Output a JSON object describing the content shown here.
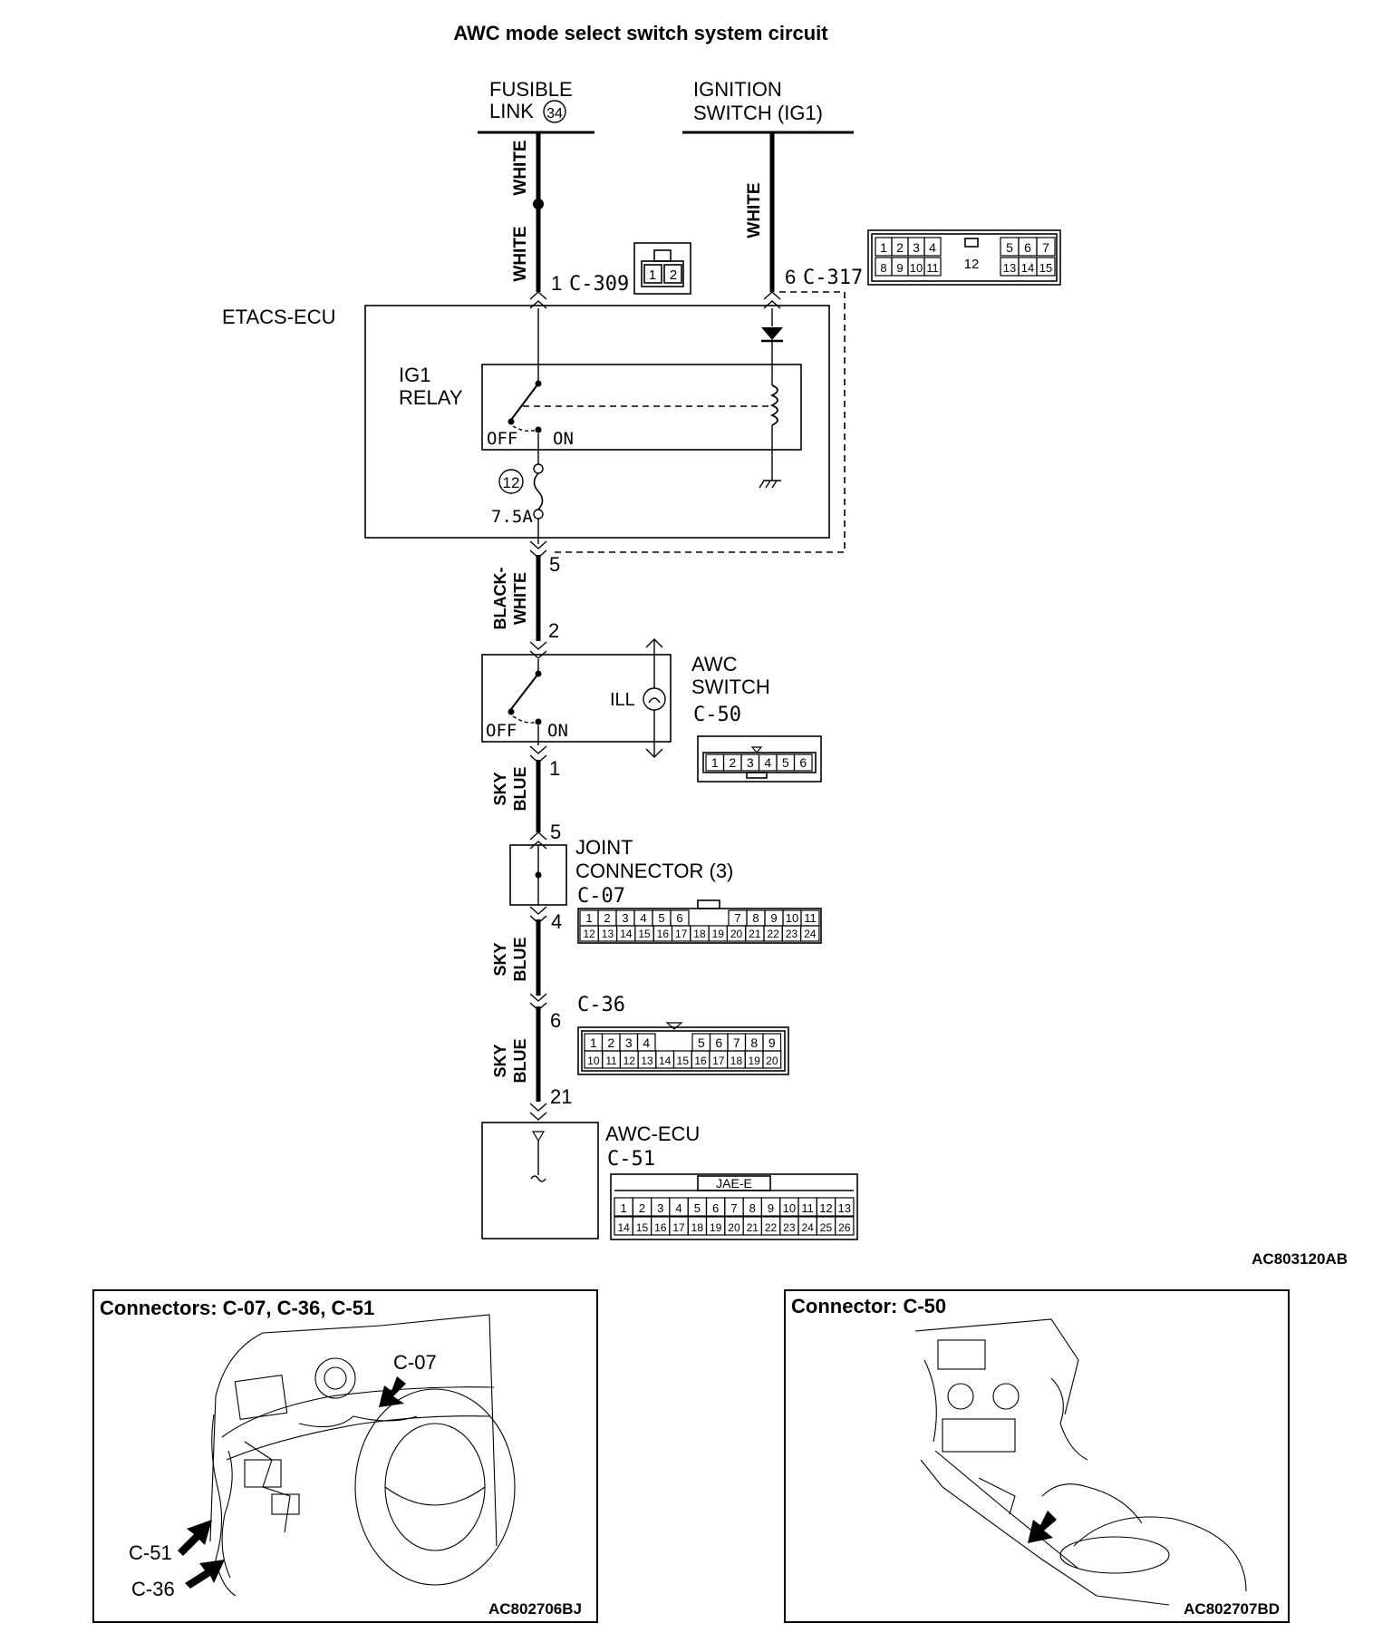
{
  "title": "AWC mode select switch system circuit",
  "sources": {
    "fusible_link_line1": "FUSIBLE",
    "fusible_link_line2": "LINK",
    "fusible_link_number": "34",
    "ignition_line1": "IGNITION",
    "ignition_line2": "SWITCH (IG1)"
  },
  "wire_colors": {
    "white": "WHITE",
    "black_white_1": "BLACK-",
    "black_white_2": "WHITE",
    "sky": "SKY",
    "blue": "BLUE"
  },
  "pins": {
    "p1_c309": "1",
    "c309": "C-309",
    "p6_c317": "6",
    "c317": "C-317",
    "p5": "5",
    "p2": "2",
    "p1": "1",
    "p5_joint": "5",
    "p4": "4",
    "p6": "6",
    "p21": "21"
  },
  "etacs": {
    "label": "ETACS-ECU",
    "relay_line1": "IG1",
    "relay_line2": "RELAY",
    "off": "OFF",
    "on": "ON",
    "fuse_number": "12",
    "fuse_rating": "7.5A"
  },
  "awc_switch": {
    "line1": "AWC",
    "line2": "SWITCH",
    "connector": "C-50",
    "ill": "ILL",
    "off": "OFF",
    "on": "ON"
  },
  "joint": {
    "line1": "JOINT",
    "line2": "CONNECTOR (3)",
    "connector": "C-07"
  },
  "c36": {
    "connector": "C-36"
  },
  "awc_ecu": {
    "label": "AWC-ECU",
    "connector": "C-51",
    "jae": "JAE-E"
  },
  "connector_faces": {
    "c309": [
      "1",
      "2"
    ],
    "c317_top_left": [
      "1",
      "2",
      "3",
      "4"
    ],
    "c317_bottom_left": [
      "8",
      "9",
      "10",
      "11"
    ],
    "c317_mid": "12",
    "c317_top_right": [
      "5",
      "6",
      "7"
    ],
    "c317_bottom_right": [
      "13",
      "14",
      "15"
    ],
    "c50": [
      "1",
      "2",
      "3",
      "4",
      "5",
      "6"
    ],
    "c07_top_left": [
      "1",
      "2",
      "3",
      "4",
      "5",
      "6"
    ],
    "c07_top_right": [
      "7",
      "8",
      "9",
      "10",
      "11"
    ],
    "c07_bottom": [
      "12",
      "13",
      "14",
      "15",
      "16",
      "17",
      "18",
      "19",
      "20",
      "21",
      "22",
      "23",
      "24"
    ],
    "c36_top_left": [
      "1",
      "2",
      "3",
      "4"
    ],
    "c36_top_right": [
      "5",
      "6",
      "7",
      "8",
      "9"
    ],
    "c36_bottom": [
      "10",
      "11",
      "12",
      "13",
      "14",
      "15",
      "16",
      "17",
      "18",
      "19",
      "20"
    ],
    "c51_top": [
      "1",
      "2",
      "3",
      "4",
      "5",
      "6",
      "7",
      "8",
      "9",
      "10",
      "11",
      "12",
      "13"
    ],
    "c51_bottom": [
      "14",
      "15",
      "16",
      "17",
      "18",
      "19",
      "20",
      "21",
      "22",
      "23",
      "24",
      "25",
      "26"
    ]
  },
  "figure_code": "AC803120AB",
  "panel_left": {
    "title": "Connectors: C-07, C-36, C-51",
    "callout_c07": "C-07",
    "callout_c51": "C-51",
    "callout_c36": "C-36",
    "code": "AC802706BJ"
  },
  "panel_right": {
    "title": "Connector: C-50",
    "code": "AC802707BD"
  }
}
